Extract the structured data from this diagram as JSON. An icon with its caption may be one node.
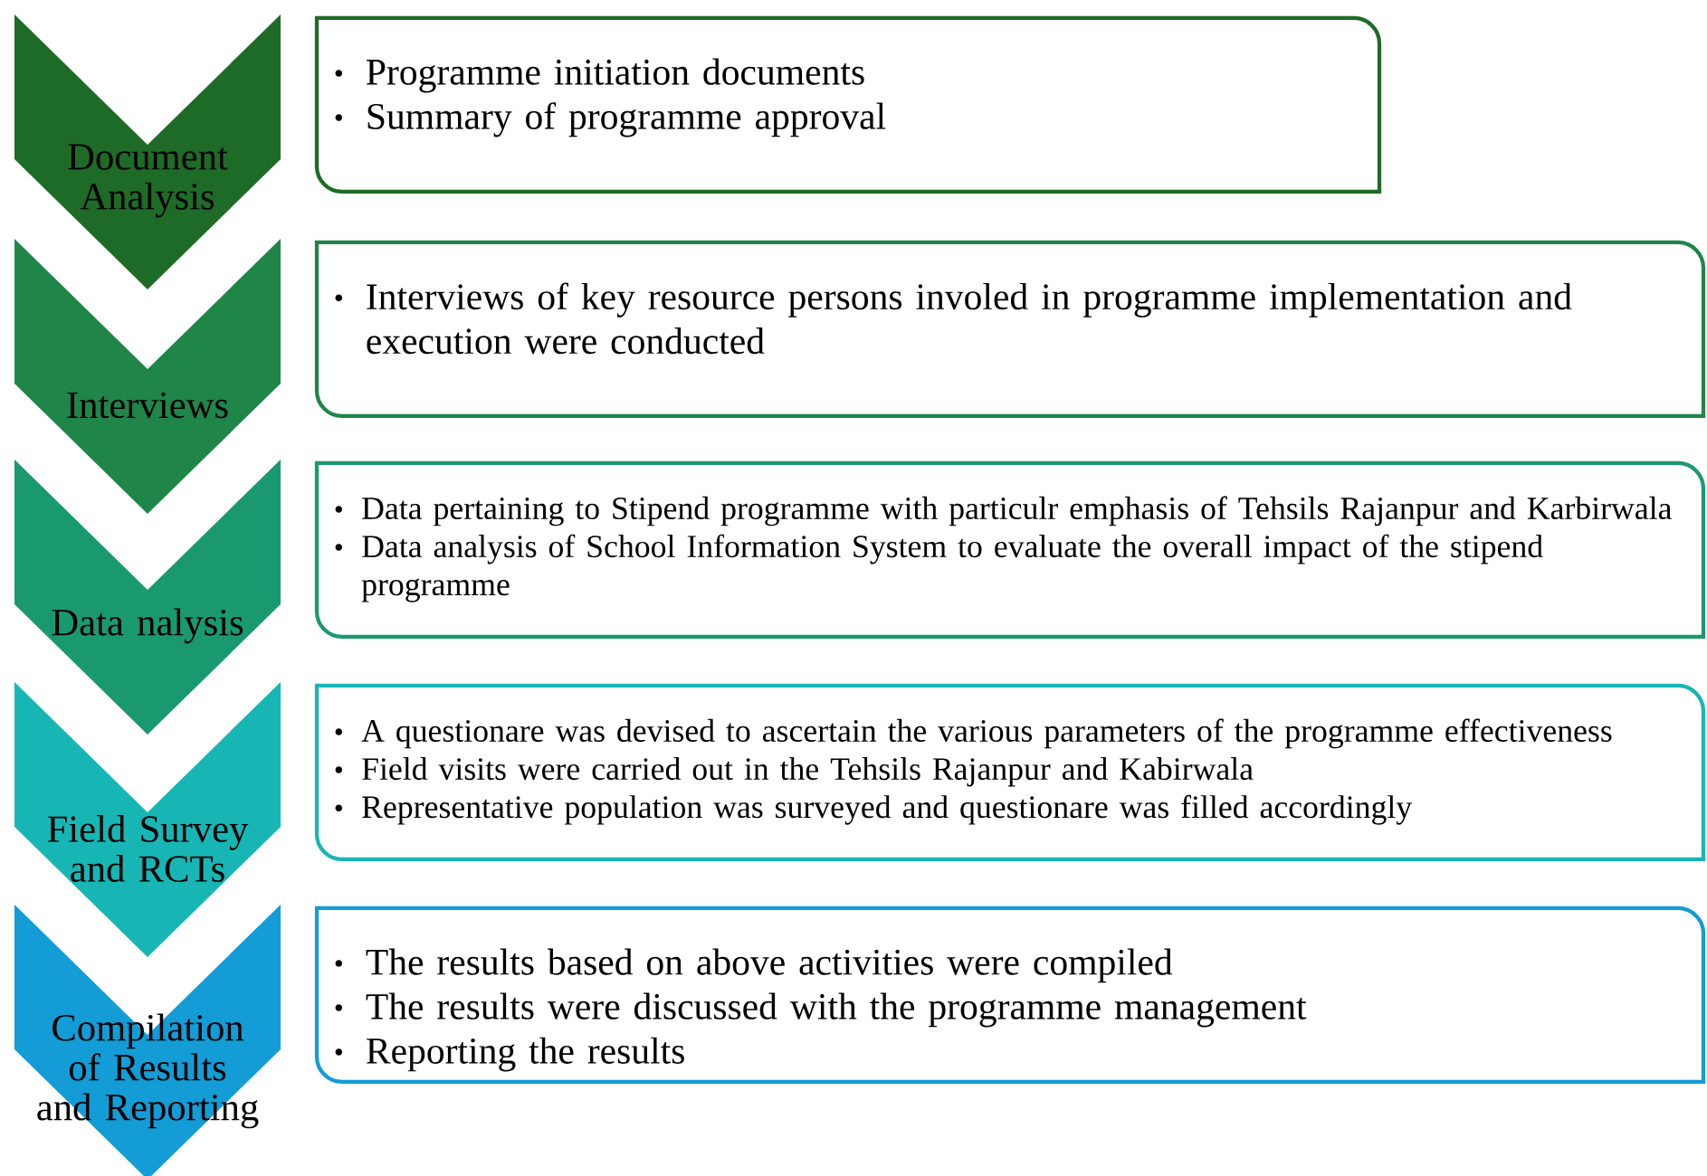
{
  "diagram": {
    "nodes": [
      {
        "text": [
          "Document Analysis"
        ]
      },
      {
        "text": [
          "Programme initiation documents",
          "Summary of programme approval"
        ]
      },
      {
        "text": [
          "Interviews"
        ]
      },
      {
        "text": [
          "Interviews of key resource persons involed in programme implementation and execution were conducted"
        ]
      },
      {
        "text": [
          "Data nalysis"
        ]
      },
      {
        "text": [
          "Data pertaining to Stipend programme with particulr emphasis of Tehsils Rajanpur and Karbirwala",
          "Data analysis of School Information System to evaluate the overall impact of the stipend programme"
        ]
      },
      {
        "text": [
          "Field Survey and RCTs"
        ]
      },
      {
        "text": [
          "A questionare was devised to ascertain the various parameters of the programme effectiveness",
          "Field visits were carried out in the Tehsils Rajanpur and Kabirwala",
          "Representative population was surveyed and questionare was filled accordingly"
        ]
      },
      {
        "text": [
          "Compilation of Results and Reporting"
        ]
      },
      {
        "text": [
          "The results based on above activities were compiled",
          "The results were discussed with the programme management",
          "Reporting the results"
        ]
      }
    ]
  }
}
